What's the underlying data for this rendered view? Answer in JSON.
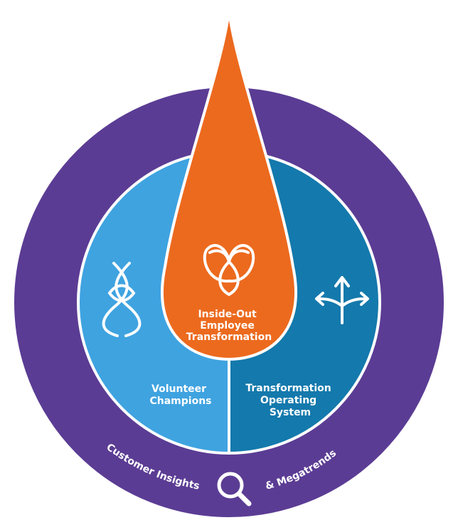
{
  "segments": {
    "outer": {
      "label_part1": "Customer Insights",
      "label_part2": "& Megatrends",
      "icon": "magnifier-icon",
      "color": "#5B3C94"
    },
    "left": {
      "label_lines": [
        "Volunteer",
        "Champions"
      ],
      "icon": "knot-icon",
      "color": "#3FA3E0"
    },
    "right": {
      "label_lines": [
        "Transformation",
        "Operating",
        "System"
      ],
      "icon": "directions-arrows-icon",
      "color": "#1479AC"
    },
    "center": {
      "label_lines": [
        "Inside-Out",
        "Employee",
        "Transformation"
      ],
      "icon": "trefoil-icon",
      "color": "#EC6A1E"
    }
  }
}
